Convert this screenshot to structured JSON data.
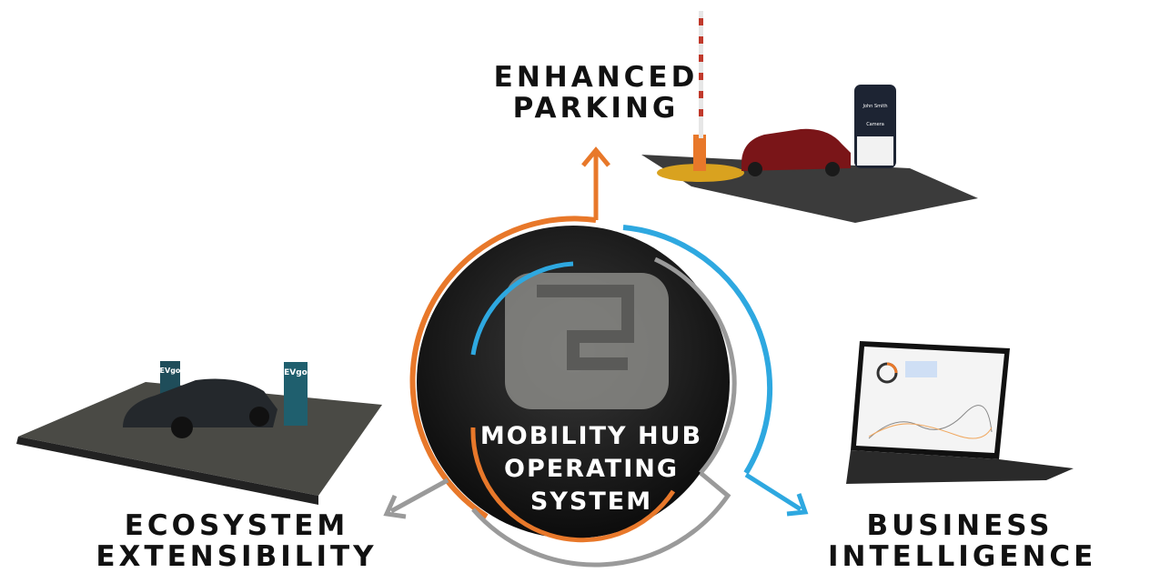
{
  "center": {
    "line1": "MOBILITY HUB",
    "line2": "OPERATING",
    "line3": "SYSTEM"
  },
  "pillars": [
    {
      "line1": "ENHANCED",
      "line2": "PARKING",
      "color": "#e8782a"
    },
    {
      "line1": "ECOSYSTEM",
      "line2": "EXTENSIBILITY",
      "color": "#9a9a9a"
    },
    {
      "line1": "BUSINESS",
      "line2": "INTELLIGENCE",
      "color": "#2ea8e0"
    }
  ],
  "charger_brand": "EVgo",
  "phone": {
    "name": "John Smith",
    "vehicle": "Camera"
  },
  "colors": {
    "orange": "#e8782a",
    "blue": "#2ea8e0",
    "gray": "#9a9a9a",
    "dark": "#161616"
  }
}
